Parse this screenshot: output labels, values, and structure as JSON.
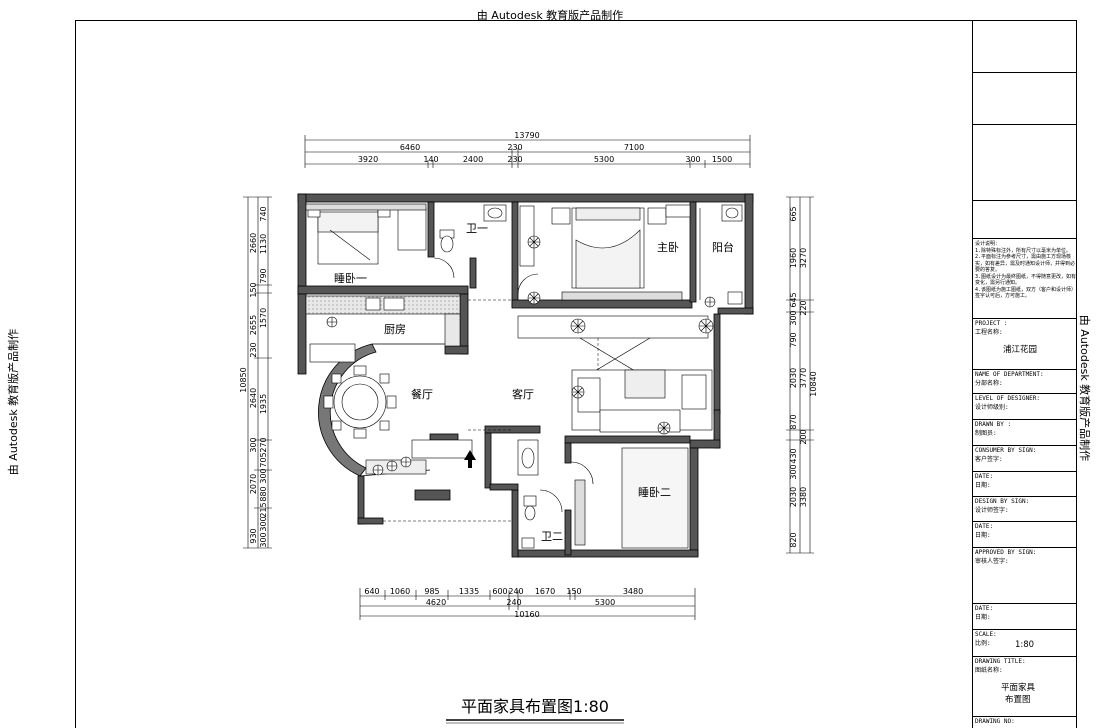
{
  "watermark": {
    "top": "由 Autodesk 教育版产品制作",
    "left": "由 Autodesk 教育版产品制作",
    "right": "由 Autodesk 教育版产品制作"
  },
  "drawing_title": "平面家具布置图1:80",
  "rooms": {
    "bedroom1": "睡卧一",
    "bath1": "卫一",
    "master": "主卧",
    "balcony": "阳台",
    "kitchen": "厨房",
    "dining": "餐厅",
    "living": "客厅",
    "bedroom2": "睡卧二",
    "bath2": "卫二"
  },
  "dims": {
    "top_total": "13790",
    "top_row2": [
      "6460",
      "230",
      "7100"
    ],
    "top_row3": [
      "3920",
      "140",
      "2400",
      "230",
      "5300",
      "300",
      "1500"
    ],
    "bottom_row1": [
      "640",
      "1060",
      "985",
      "1335",
      "600",
      "240",
      "1670",
      "150",
      "3480"
    ],
    "bottom_row2": [
      "4620",
      "240",
      "5300"
    ],
    "bottom_total": "10160",
    "left_total": "10850",
    "left_row2": [
      "2660",
      "150",
      "2655",
      "230",
      "2640",
      "300",
      "2070",
      "930"
    ],
    "left_row3": [
      "740",
      "1130",
      "790",
      "1570",
      "1935",
      "270",
      "705",
      "300",
      "880",
      "215",
      "300",
      "300"
    ],
    "right_total": "10840",
    "right_row2": [
      "3270",
      "220",
      "3770",
      "200",
      "3380"
    ],
    "right_row3": [
      "665",
      "1960",
      "645",
      "300",
      "790",
      "2030",
      "870",
      "430",
      "300",
      "2030",
      "820"
    ]
  },
  "design_notes": "设计说明：\n1.除特殊标注外，所有尺寸以毫米为单位。\n2.平面标注为参考尺寸，需由施工方现场核实，如有差异，需及时通知设计师，并得到必要的答复。\n3.图纸设计为最终图纸，不得随意更改，如有变化，需另行通知。\n4.该图纸为施工图纸，双方（客户和设计师）签字认可后，方可施工。",
  "title_block": {
    "project_label": "PROJECT  :",
    "project_cn": "工程名称:",
    "project_value": "浦江花园",
    "dept_label": "NAME OF DEPARTMENT:",
    "dept_cn": "分部名称:",
    "level_label": "LEVEL OF DESIGNER:",
    "level_cn": "设计师级别:",
    "drawn_label": "DRAWN BY    :",
    "drawn_cn": "制图员:",
    "consumer_label": "CONSUMER BY SIGN:",
    "consumer_cn": "客户签字:",
    "date1_label": "DATE:",
    "date1_cn": "日期:",
    "design_label": "DESIGN BY SIGN:",
    "design_cn": "设计师签字:",
    "date2_label": "DATE:",
    "date2_cn": "日期:",
    "approved_label": "APPROVED BY SIGN:",
    "approved_cn": "审核人签字:",
    "date3_label": "DATE:",
    "date3_cn": "日期:",
    "scale_label": "SCALE:",
    "scale_cn": "比例:",
    "scale_value": "1:80",
    "dtitle_label": "DRAWING TITLE:",
    "dtitle_cn": "图纸名称:",
    "dtitle_value_1": "平面家具",
    "dtitle_value_2": "布置图",
    "dno_label": "DRAWING NO:"
  }
}
